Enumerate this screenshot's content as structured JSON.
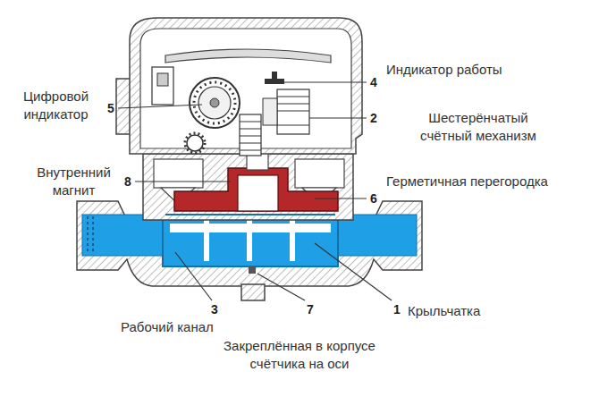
{
  "diagram": {
    "labels": [
      "Индикатор работы",
      "4",
      "Цифровой индикатор",
      "5",
      "2",
      "Шестерёнчатый счётный механизм",
      "Внутренний магнит",
      "8",
      "Герметичная перегородка",
      "6",
      "3",
      "7",
      "1",
      "Крыльчатка",
      "Рабочий канал",
      "Закреплённая в корпусе счётчика на оси"
    ]
  }
}
